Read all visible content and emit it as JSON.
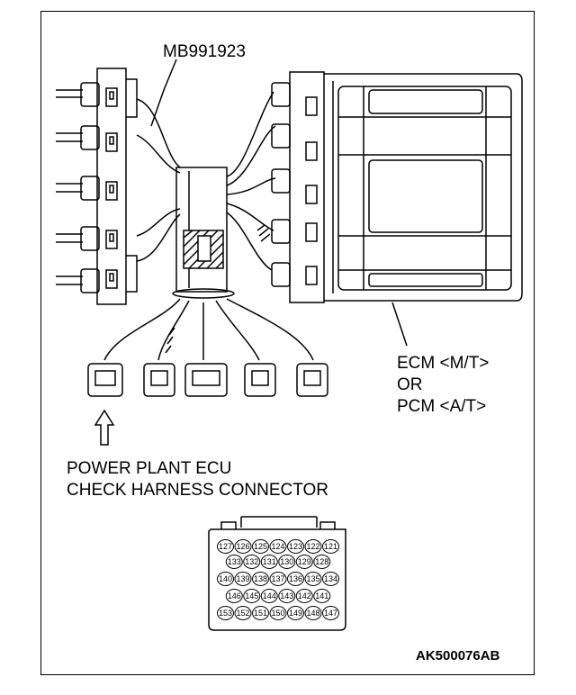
{
  "labels": {
    "tool": "MB991923",
    "ecm_line1": "ECM <M/T>",
    "ecm_line2": "OR",
    "ecm_line3": "PCM <A/T>",
    "check_line1": "POWER PLANT ECU",
    "check_line2": "CHECK HARNESS CONNECTOR",
    "code": "AK500076AB"
  },
  "connector_pins": {
    "row1": [
      "127",
      "126",
      "125",
      "124",
      "123",
      "122",
      "121"
    ],
    "row2": [
      "133",
      "132",
      "131",
      "130",
      "129",
      "128"
    ],
    "row3": [
      "140",
      "139",
      "138",
      "137",
      "136",
      "135",
      "134"
    ],
    "row4": [
      "146",
      "145",
      "144",
      "143",
      "142",
      "141"
    ],
    "row5": [
      "153",
      "152",
      "151",
      "150",
      "149",
      "148",
      "147"
    ]
  }
}
